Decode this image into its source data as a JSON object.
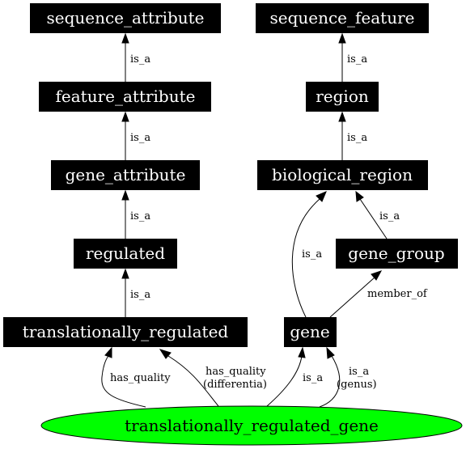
{
  "colors": {
    "node_fill": "#000000",
    "node_text": "#ffffff",
    "root_fill": "#00ff00",
    "edge": "#000000"
  },
  "nodes": {
    "sequence_attribute": "sequence_attribute",
    "feature_attribute": "feature_attribute",
    "gene_attribute": "gene_attribute",
    "regulated": "regulated",
    "translationally_regulated": "translationally_regulated",
    "sequence_feature": "sequence_feature",
    "region": "region",
    "biological_region": "biological_region",
    "gene_group": "gene_group",
    "gene": "gene",
    "root": "translationally_regulated_gene"
  },
  "edges": {
    "feature_attr_to_seq_attr": "is_a",
    "gene_attr_to_feature_attr": "is_a",
    "regulated_to_gene_attr": "is_a",
    "transl_reg_to_regulated": "is_a",
    "region_to_seq_feature": "is_a",
    "bio_region_to_region": "is_a",
    "gene_group_to_bio_region": "is_a",
    "gene_to_bio_region": "is_a",
    "gene_to_gene_group": "member_of",
    "root_has_quality": "has_quality",
    "root_has_quality_diff_line1": "has_quality",
    "root_has_quality_diff_line2": "(differentia)",
    "root_is_a": "is_a",
    "root_is_a_genus_line1": "is_a",
    "root_is_a_genus_line2": "(genus)"
  }
}
